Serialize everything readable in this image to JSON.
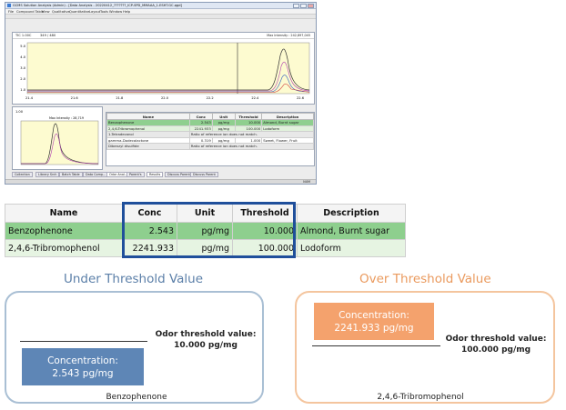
{
  "window": {
    "title": "GCMS Solution Analysis (Admin) - [Data Analysis - 20220412_???????_ICP-SPD_MMAAA_1.ESHT.GC.qgd]",
    "menu": [
      "File",
      "Compound Table",
      "View",
      "Qualitative",
      "Quantitative",
      "Layout",
      "Tools",
      "Window",
      "Help"
    ],
    "tic_label": "TIC 1.00C",
    "tic_range": "349 / 480",
    "max_intensity_main": "Max Intensity : 242,897,045",
    "sub_label": "1.00",
    "sub_max_intensity": "Max Intensity : 28,719",
    "status": "NUM",
    "tabs": [
      "Collection",
      "Library Srch",
      "Batch Table",
      "Data Comp...",
      "Odor Anal..."
    ],
    "lower_tabs": [
      "Parent's",
      "Results",
      "Discuss Parent's",
      "Discuss Parent"
    ],
    "table": {
      "headers": [
        "Name",
        "Conc",
        "Unit",
        "Threshold",
        "Description"
      ],
      "rows": [
        {
          "name": "Benzophenone",
          "conc": "2.543",
          "unit": "pg/mg",
          "threshold": "10.000",
          "description": "Almond, Burnt sugar"
        },
        {
          "name": "2,4,6-Tribromophenol",
          "conc": "2241.933",
          "unit": "pg/mg",
          "threshold": "100.000",
          "description": "Lodoform"
        },
        {
          "name": "1-Tetradecanol",
          "note": "Ratio of reference ion does not match."
        },
        {
          "name": "gamma-Dodecalactone",
          "conc": "0.319",
          "unit": "pg/mg",
          "threshold": "1.000",
          "description": "Sweet, Flower, Fruit"
        },
        {
          "name": "Dibenzyl disulfide",
          "note": "Ratio of reference ion does not match."
        }
      ]
    },
    "tic_chart": {
      "x_ticks": [
        "21.4",
        "21.6",
        "21.8",
        "22.0",
        "22.2",
        "22.4",
        "22.6"
      ],
      "y_ticks": [
        "5.0",
        "4.0",
        "3.0",
        "2.0",
        "1.0"
      ]
    }
  },
  "zoom_table": {
    "headers": [
      "Name",
      "Conc",
      "Unit",
      "Threshold",
      "Description"
    ],
    "rows": [
      {
        "name": "Benzophenone",
        "conc": "2.543",
        "unit": "pg/mg",
        "threshold": "10.000",
        "description": "Almond, Burnt sugar"
      },
      {
        "name": "2,4,6-Tribromophenol",
        "conc": "2241.933",
        "unit": "pg/mg",
        "threshold": "100.000",
        "description": "Lodoform"
      }
    ]
  },
  "under": {
    "title": "Under Threshold Value",
    "concentration_label": "Concentration:",
    "concentration_value": "2.543 pg/mg",
    "threshold_label": "Odor threshold value:",
    "threshold_value": "10.000 pg/mg",
    "compound": "Benzophenone"
  },
  "over": {
    "title": "Over Threshold Value",
    "concentration_label": "Concentration:",
    "concentration_value": "2241.933 pg/mg",
    "threshold_label": "Odor threshold value:",
    "threshold_value": "100.000 pg/mg",
    "compound": "2,4,6-Tribromophenol"
  },
  "colors": {
    "under_accent": "#5e86b6",
    "over_accent": "#f4a26d",
    "highlight_border": "#1f4f9b",
    "row_selected": "#8ecf8e"
  }
}
